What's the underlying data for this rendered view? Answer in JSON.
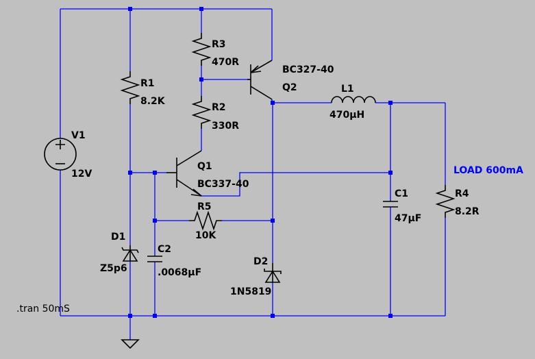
{
  "components": {
    "v1": {
      "ref": "V1",
      "value": "12V"
    },
    "r1": {
      "ref": "R1",
      "value": "8.2K"
    },
    "r2": {
      "ref": "R2",
      "value": "330R"
    },
    "r3": {
      "ref": "R3",
      "value": "470R"
    },
    "r4": {
      "ref": "R4",
      "value": "8.2R"
    },
    "r5": {
      "ref": "R5",
      "value": "10K"
    },
    "q1": {
      "ref": "Q1",
      "value": "BC337-40"
    },
    "q2": {
      "ref": "Q2",
      "value": "BC327-40"
    },
    "l1": {
      "ref": "L1",
      "value": "470µH"
    },
    "c1": {
      "ref": "C1",
      "value": "47µF"
    },
    "c2": {
      "ref": "C2",
      "value": ".0068µF"
    },
    "d1": {
      "ref": "D1",
      "value": "Z5p6"
    },
    "d2": {
      "ref": "D2",
      "value": "1N5819"
    }
  },
  "annotations": {
    "load": "LOAD 600mA",
    "directive": ".tran 50mS"
  },
  "colors": {
    "background": "#c0c0c0",
    "wire": "#0000ff",
    "component": "#000000",
    "annotation": "#0000ff"
  }
}
